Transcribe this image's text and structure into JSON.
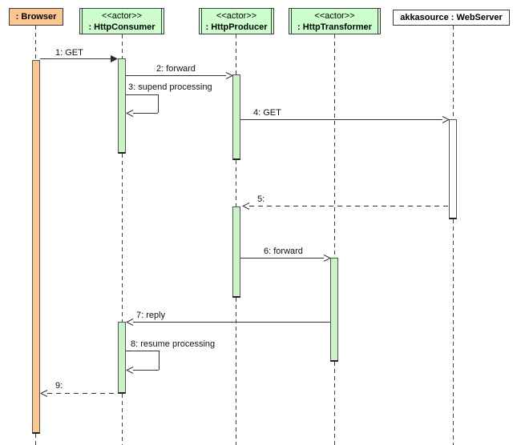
{
  "participants": [
    {
      "name": ": Browser",
      "stereotype": ""
    },
    {
      "name": ": HttpConsumer",
      "stereotype": "<<actor>>"
    },
    {
      "name": ": HttpProducer",
      "stereotype": "<<actor>>"
    },
    {
      "name": ": HttpTransformer",
      "stereotype": "<<actor>>"
    },
    {
      "name": "akkasource : WebServer",
      "stereotype": ""
    }
  ],
  "messages": [
    {
      "label": "1: GET",
      "type": "sync-solid-filled-arrow"
    },
    {
      "label": "2: forward",
      "type": "solid-open-arrow"
    },
    {
      "label": "3: supend processing",
      "type": "self-loop"
    },
    {
      "label": "4: GET",
      "type": "solid-open-arrow"
    },
    {
      "label": "5:",
      "type": "dashed-reply"
    },
    {
      "label": "6: forward",
      "type": "solid-open-arrow"
    },
    {
      "label": "7: reply",
      "type": "solid-open-arrow"
    },
    {
      "label": "8: resume processing",
      "type": "self-loop"
    },
    {
      "label": "9:",
      "type": "dashed-reply"
    }
  ],
  "colors": {
    "participant_green": "#ccffcc",
    "activation_green": "#c9f4c5",
    "browser_orange": "#fbc78d",
    "webserver_white": "#ffffff",
    "line": "#333333"
  }
}
